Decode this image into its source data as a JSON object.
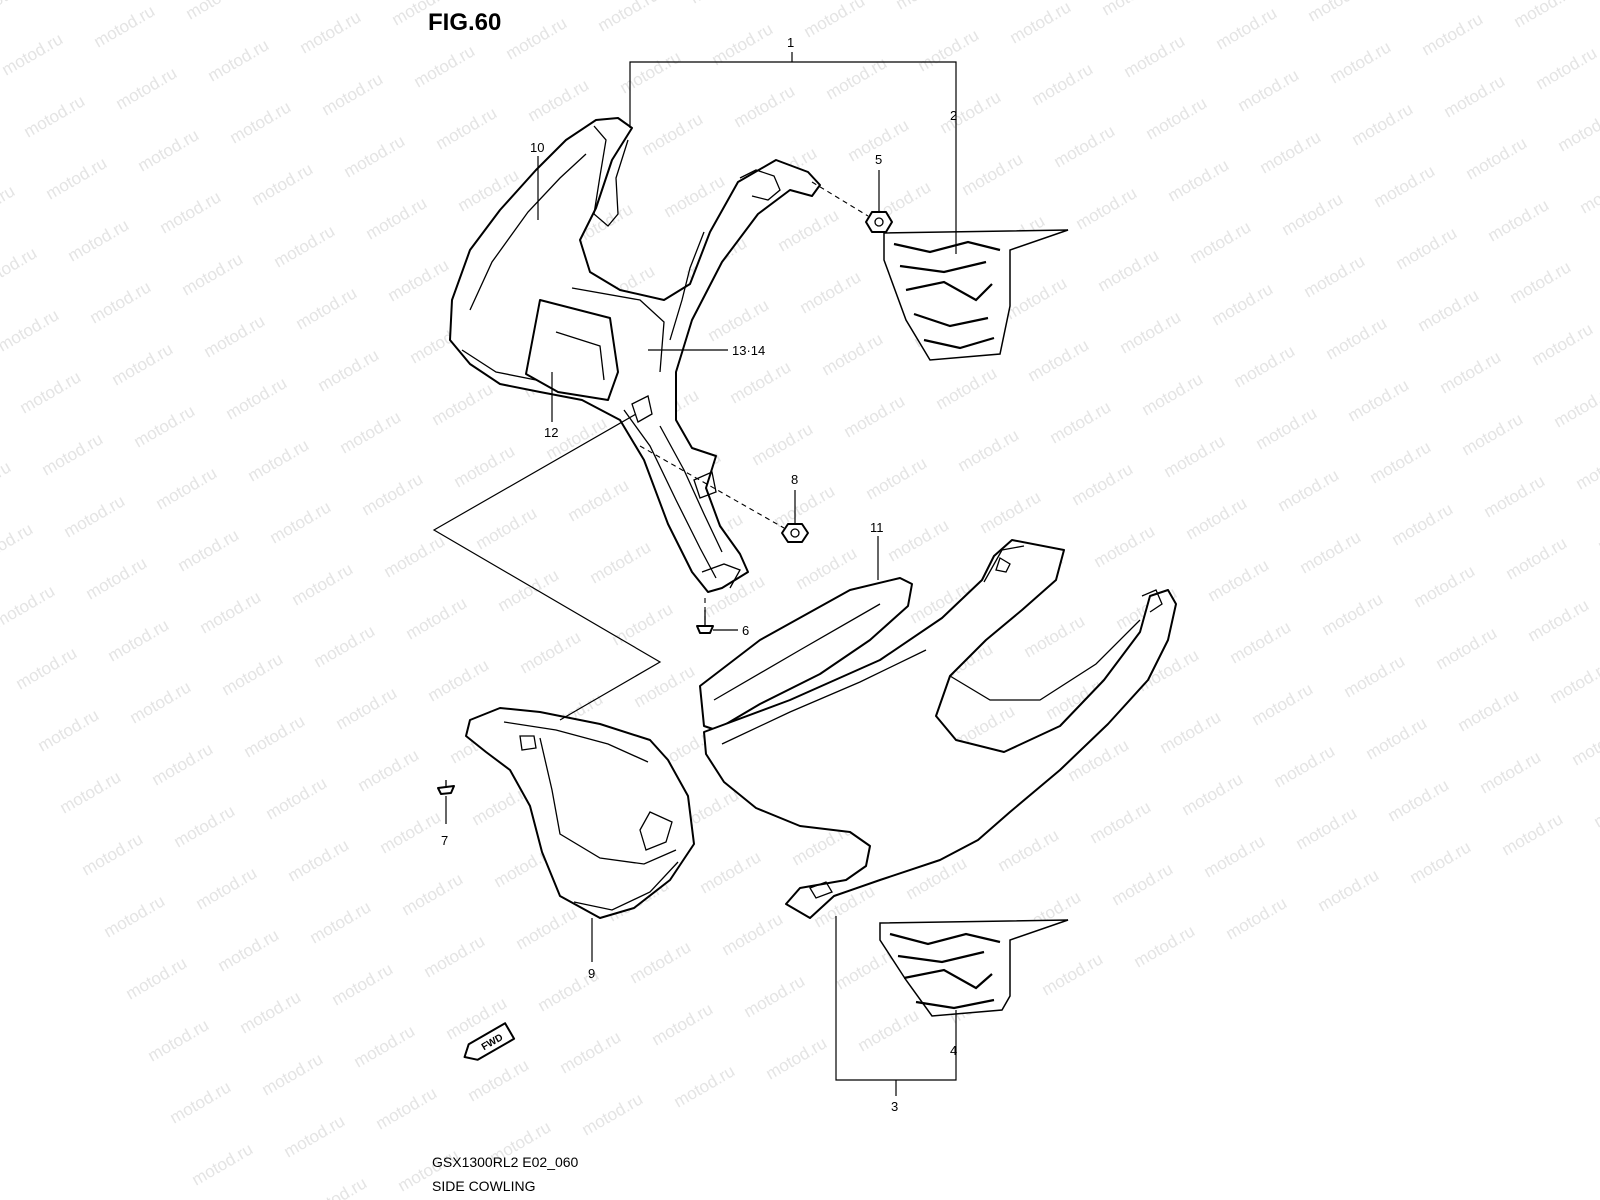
{
  "figure": {
    "title": "FIG.60",
    "model_code": "GSX1300RL2 E02_060",
    "caption": "SIDE COWLING"
  },
  "watermark": {
    "text": "motod.ru"
  },
  "callouts": {
    "c1": "1",
    "c2": "2",
    "c3": "3",
    "c4": "4",
    "c5": "5",
    "c6": "6",
    "c7": "7",
    "c8": "8",
    "c9": "9",
    "c10": "10",
    "c11": "11",
    "c12": "12",
    "c13_14": "13·14"
  },
  "direction_arrow": {
    "label": "FWD"
  }
}
